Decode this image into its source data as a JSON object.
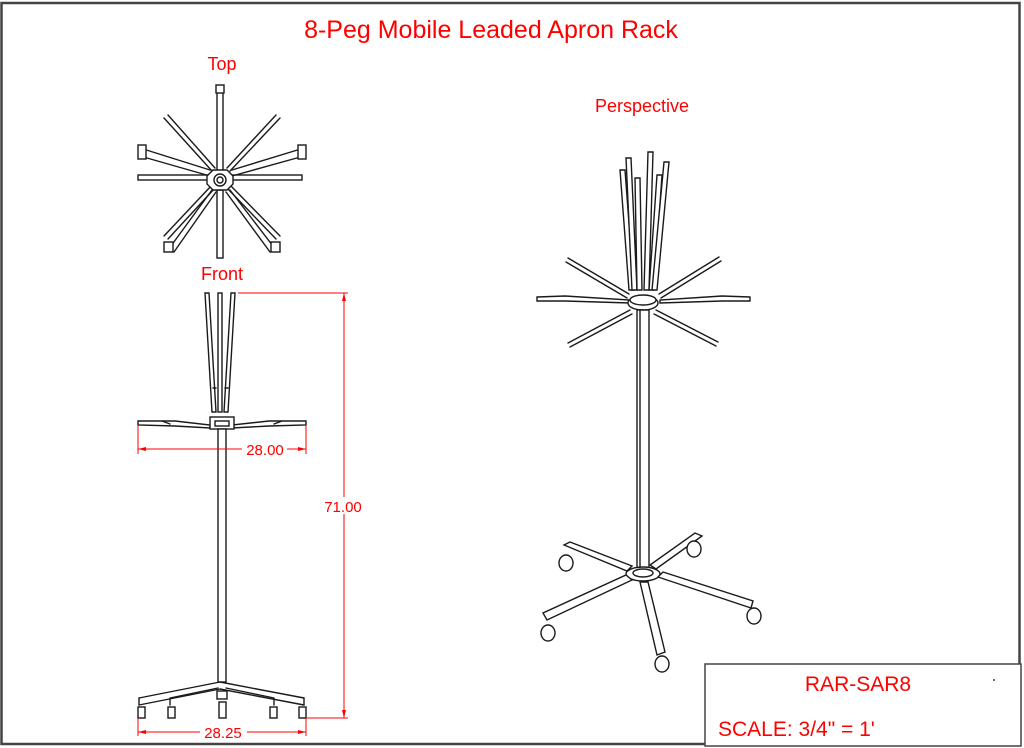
{
  "drawing": {
    "title": "8-Peg Mobile Leaded Apron Rack",
    "views": {
      "top": {
        "label": "Top"
      },
      "front": {
        "label": "Front"
      },
      "perspective": {
        "label": "Perspective"
      }
    },
    "dimensions": {
      "peg_span_width": "28.00",
      "overall_height": "71.00",
      "base_width": "28.25"
    },
    "title_block": {
      "part_number": "RAR-SAR8",
      "scale": "SCALE: 3/4\" = 1'"
    },
    "colors": {
      "annotation": "#ff0000",
      "linework": "#1a1a1a",
      "frame": "#444444"
    }
  }
}
